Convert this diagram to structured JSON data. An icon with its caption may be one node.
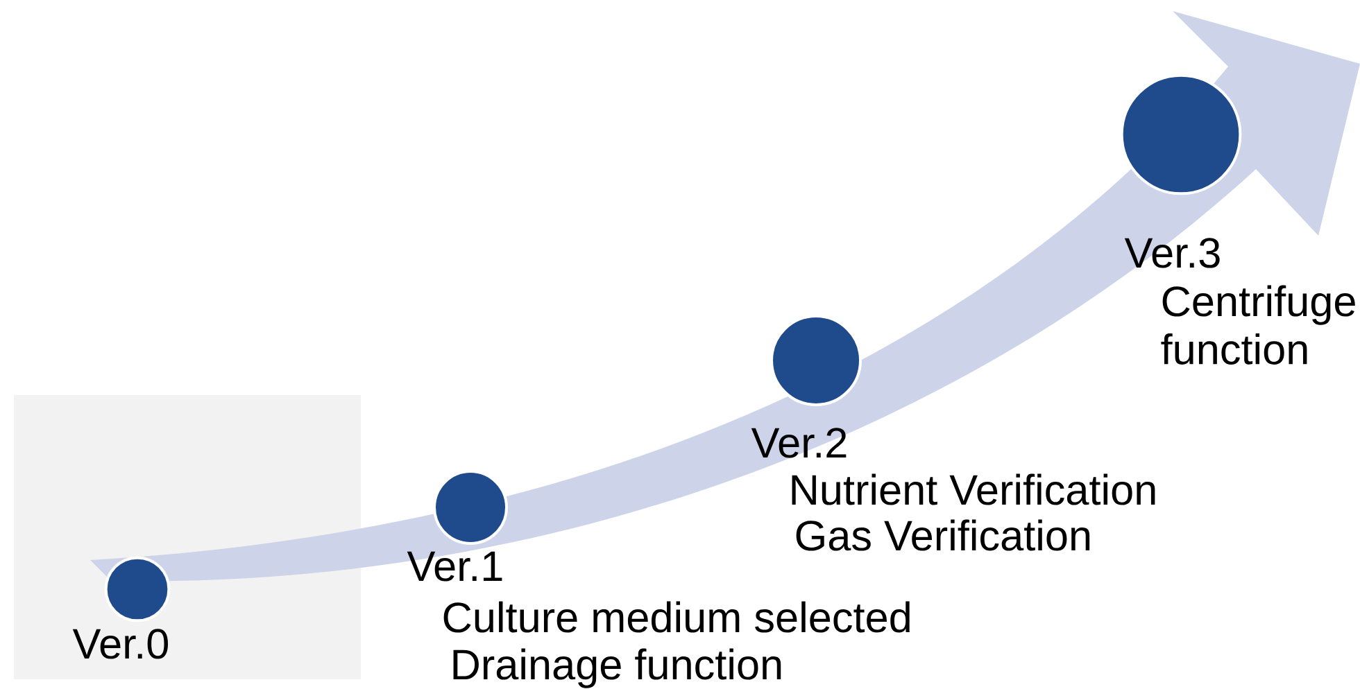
{
  "diagram": {
    "nodes": [
      {
        "text": [
          "Ver.0"
        ]
      },
      {
        "text": [
          "Ver.1"
        ],
        "beside": [
          "Culture medium selected",
          "Drainage function"
        ]
      },
      {
        "text": [
          "Ver.2"
        ],
        "beside": [
          "Nutrient Verification",
          "Gas Verification"
        ]
      },
      {
        "text": [
          "Ver.3"
        ],
        "beside": [
          "Centrifuge function"
        ]
      }
    ]
  }
}
